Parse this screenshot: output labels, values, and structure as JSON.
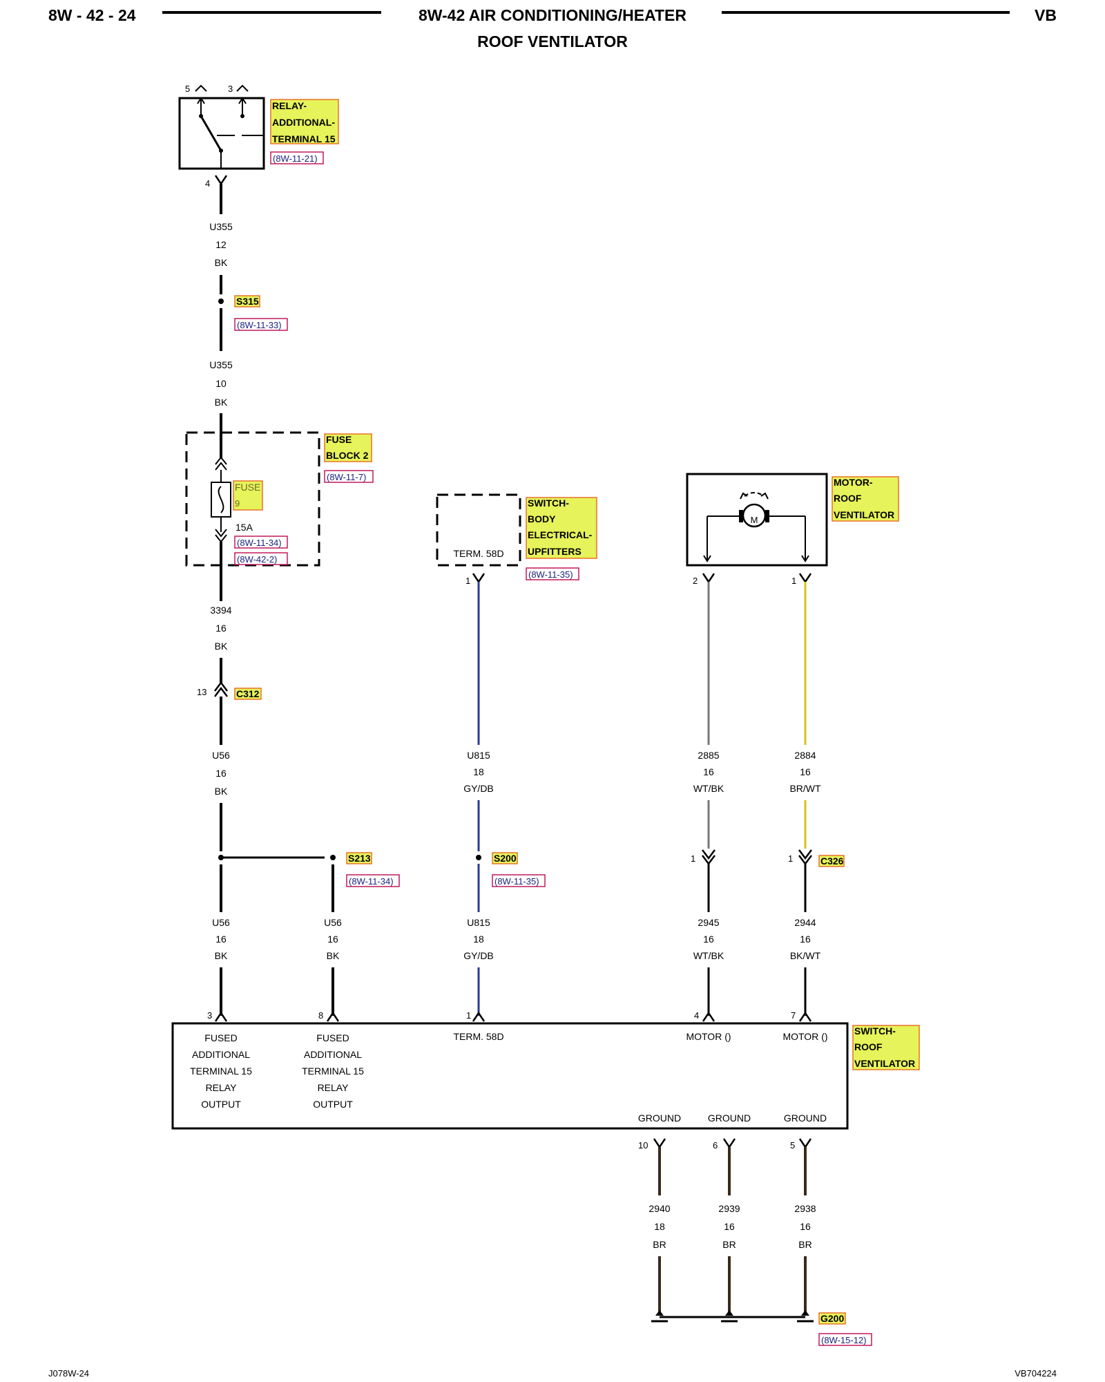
{
  "header": {
    "page_ref": "8W - 42 - 24",
    "title_line1": "8W-42 AIR CONDITIONING/HEATER",
    "title_line2": "ROOF VENTILATOR",
    "variant": "VB"
  },
  "footer": {
    "left": "J078W-24",
    "right": "VB704224"
  },
  "relay": {
    "name_lines": [
      "RELAY-",
      "ADDITIONAL-",
      "TERMINAL 15"
    ],
    "ref": "(8W-11-21)",
    "pin_5": "5",
    "pin_3": "3",
    "pin_4": "4"
  },
  "wire_u355_12": {
    "circuit": "U355",
    "gauge": "12",
    "color": "BK"
  },
  "splice_s315": {
    "id": "S315",
    "ref": "(8W-11-33)"
  },
  "wire_u355_10": {
    "circuit": "U355",
    "gauge": "10",
    "color": "BK"
  },
  "fuse_block": {
    "name_lines": [
      "FUSE",
      "BLOCK 2"
    ],
    "ref": "(8W-11-7)",
    "fuse_label": "FUSE",
    "fuse_number": "9",
    "rating": "15A",
    "ref2": "(8W-11-34)",
    "ref3": "(8W-42-2)"
  },
  "wire_3394": {
    "circuit": "3394",
    "gauge": "16",
    "color": "BK"
  },
  "connector_c312": {
    "id": "C312",
    "pin": "13"
  },
  "wire_u56_a": {
    "circuit": "U56",
    "gauge": "16",
    "color": "BK"
  },
  "splice_s213": {
    "id": "S213",
    "ref": "(8W-11-34)"
  },
  "wire_u56_b": {
    "circuit": "U56",
    "gauge": "16",
    "color": "BK"
  },
  "wire_u56_c": {
    "circuit": "U56",
    "gauge": "16",
    "color": "BK"
  },
  "switch_body": {
    "name_lines": [
      "SWITCH-",
      "BODY",
      "ELECTRICAL-",
      "UPFITTERS"
    ],
    "ref": "(8W-11-35)",
    "terminal": "TERM. 58D",
    "pin": "1"
  },
  "wire_u815_a": {
    "circuit": "U815",
    "gauge": "18",
    "color": "GY/DB"
  },
  "splice_s200": {
    "id": "S200",
    "ref": "(8W-11-35)"
  },
  "wire_u815_b": {
    "circuit": "U815",
    "gauge": "18",
    "color": "GY/DB"
  },
  "motor": {
    "name_lines": [
      "MOTOR-",
      "ROOF",
      "VENTILATOR"
    ],
    "symbol": "M",
    "pin_2": "2",
    "pin_1": "1"
  },
  "wire_2885": {
    "circuit": "2885",
    "gauge": "16",
    "color": "WT/BK"
  },
  "wire_2884": {
    "circuit": "2884",
    "gauge": "16",
    "color": "BR/WT"
  },
  "connector_c326": {
    "id": "C326",
    "pin_a": "1",
    "pin_b": "1"
  },
  "wire_2945": {
    "circuit": "2945",
    "gauge": "16",
    "color": "WT/BK"
  },
  "wire_2944": {
    "circuit": "2944",
    "gauge": "16",
    "color": "BK/WT"
  },
  "switch_roof": {
    "name_lines": [
      "SWITCH-",
      "ROOF",
      "VENTILATOR"
    ],
    "pins": [
      "3",
      "8",
      "1",
      "4",
      "7"
    ],
    "fused_a": [
      "FUSED",
      "ADDITIONAL",
      "TERMINAL 15",
      "RELAY",
      "OUTPUT"
    ],
    "fused_b": [
      "FUSED",
      "ADDITIONAL",
      "TERMINAL 15",
      "RELAY",
      "OUTPUT"
    ],
    "term": "TERM. 58D",
    "motor_a": "MOTOR ()",
    "motor_b": "MOTOR ()",
    "grounds": [
      "GROUND",
      "GROUND",
      "GROUND"
    ],
    "ground_pins": [
      "10",
      "6",
      "5"
    ]
  },
  "wire_2940": {
    "circuit": "2940",
    "gauge": "18",
    "color": "BR"
  },
  "wire_2939": {
    "circuit": "2939",
    "gauge": "16",
    "color": "BR"
  },
  "wire_2938": {
    "circuit": "2938",
    "gauge": "16",
    "color": "BR"
  },
  "ground_g200": {
    "id": "G200",
    "ref": "(8W-15-12)"
  },
  "colors": {
    "highlight": "#e6f35a",
    "highlight_border": "#e8722a",
    "ref_border": "#c2185b",
    "wire_blue": "#2a3a9c",
    "wire_yellow": "#d8c21a",
    "wire_grey": "#777777"
  }
}
